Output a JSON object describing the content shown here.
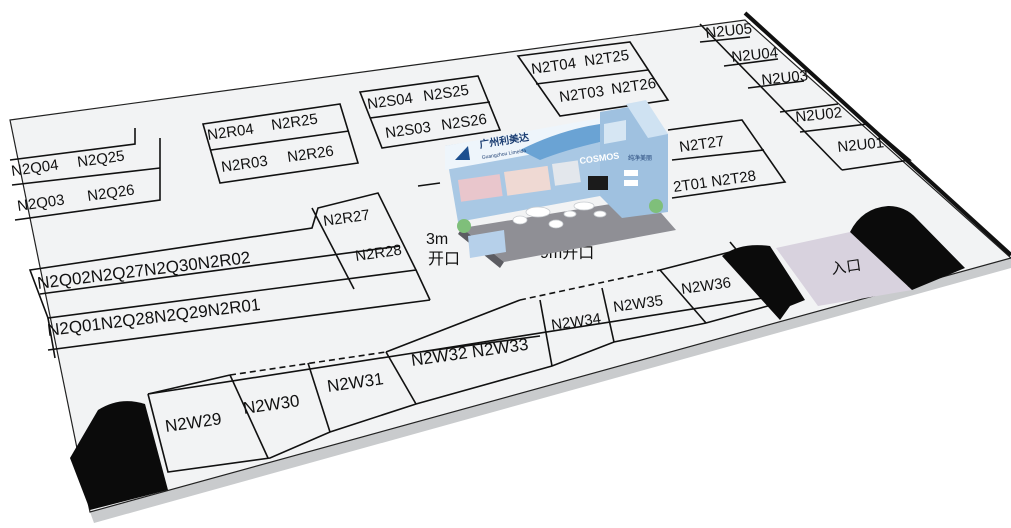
{
  "booths": {
    "n2q04": "N2Q04",
    "n2q25": "N2Q25",
    "n2q03": "N2Q03",
    "n2q26": "N2Q26",
    "n2r04": "N2R04",
    "n2r25": "N2R25",
    "n2r03": "N2R03",
    "n2r26": "N2R26",
    "n2s04": "N2S04",
    "n2s25": "N2S25",
    "n2s03": "N2S03",
    "n2s26": "N2S26",
    "n2t04": "N2T04",
    "n2t25": "N2T25",
    "n2t03": "N2T03",
    "n2t26": "N2T26",
    "n2u05": "N2U05",
    "n2u04": "N2U04",
    "n2u03": "N2U03",
    "n2u02": "N2U02",
    "n2u01": "N2U01",
    "n2t27": "N2T27",
    "n2t01_n2t28": "2T01 N2T28",
    "n2q02_row": "N2Q02N2Q27N2Q30N2R02",
    "n2r27": "N2R27",
    "n2q01_row": "N2Q01N2Q28N2Q29N2R01",
    "n2r28": "N2R28",
    "n2w29": "N2W29",
    "n2w30": "N2W30",
    "n2w31": "N2W31",
    "n2w32_33": "N2W32 N2W33",
    "n2w34": "N2W34",
    "n2w35": "N2W35",
    "n2w36": "N2W36"
  },
  "openings": {
    "side": "3m",
    "side_open": "开口",
    "front": "9m开口"
  },
  "entrance": "入口",
  "exhibit": {
    "company_cn": "广州利美达",
    "company_en": "Guangzhou Limeida",
    "brand": "COSMOS",
    "panel_text": "纯净美丽"
  },
  "colors": {
    "floor": "#f2f3f4",
    "line": "#111111",
    "black_block": "#0b0b0b",
    "entrance": "#d8d2de",
    "booth_wall": "#a9c8e4",
    "booth_floor": "#8f8f95"
  }
}
